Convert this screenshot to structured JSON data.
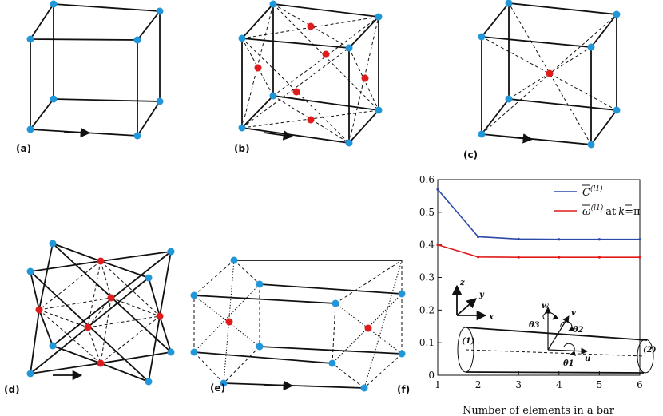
{
  "panels": {
    "a": "(a)",
    "b": "(b)",
    "c": "(c)",
    "d": "(d)",
    "e": "(e)",
    "f": "(f)"
  },
  "colors": {
    "node_corner": "#2196d8",
    "node_center": "#e01b1b",
    "series_c": "#2c4aa8",
    "series_w": "#e01b1b"
  },
  "chart_data": {
    "type": "line",
    "x": [
      1,
      2,
      3,
      4,
      5,
      6
    ],
    "series": [
      {
        "name": "C̄(l1)",
        "values": [
          0.57,
          0.425,
          0.418,
          0.417,
          0.417,
          0.417
        ]
      },
      {
        "name": "ω̄(l1) at k̄=π",
        "values": [
          0.4,
          0.363,
          0.362,
          0.362,
          0.362,
          0.362
        ]
      }
    ],
    "xlabel": "Number of elements in a bar",
    "ylabel": "",
    "xlim": [
      1,
      6
    ],
    "ylim": [
      0,
      0.6
    ],
    "xticks": [
      "1",
      "2",
      "3",
      "4",
      "5",
      "6"
    ],
    "yticks": [
      "0",
      "0.1",
      "0.2",
      "0.3",
      "0.4",
      "0.5",
      "0.6"
    ],
    "legend": {
      "c_main": "C",
      "c_sup": "(l1)",
      "w_main": "ω",
      "w_sup": "(l1)",
      "w_at": "at",
      "w_k": "k",
      "w_eq": "=π"
    },
    "legend_position": "top-right"
  },
  "inset": {
    "axes": {
      "z": "z",
      "y": "y",
      "x": "x"
    },
    "dofs": {
      "w": "w",
      "v": "v",
      "u": "u",
      "theta3": "θ3",
      "theta2": "θ2",
      "theta1": "θ1"
    },
    "ends": {
      "left": "(1)",
      "right": "(2)"
    }
  }
}
